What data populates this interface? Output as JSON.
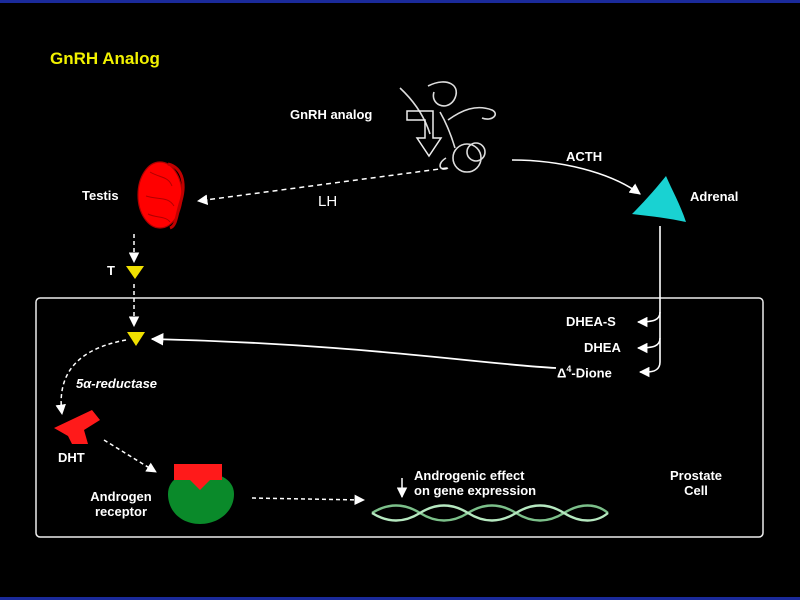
{
  "title": "GnRH Analog",
  "labels": {
    "gnrh_analog": "GnRH analog",
    "acth": "ACTH",
    "adrenal": "Adrenal",
    "testis": "Testis",
    "lh": "LH",
    "t": "T",
    "dhea_s": "DHEA-S",
    "dhea": "DHEA",
    "delta_symbol": "Δ",
    "dione_sup": "4",
    "dione": "-Dione",
    "five_alpha": "5α-reductase",
    "dht": "DHT",
    "androgen_receptor_line1": "Androgen",
    "androgen_receptor_line2": "receptor",
    "androgenic_line1": "Androgenic effect",
    "androgenic_line2": "on gene expression",
    "prostate_line1": "Prostate",
    "prostate_line2": "Cell"
  },
  "colors": {
    "background": "#000000",
    "title": "#f2f200",
    "testis": "#ff0000",
    "adrenal": "#19d2d2",
    "testosterone_marker": "#f0e000",
    "dht": "#ff1a1a",
    "receptor": "#0a8a2a",
    "dna": "#7cc08a"
  }
}
